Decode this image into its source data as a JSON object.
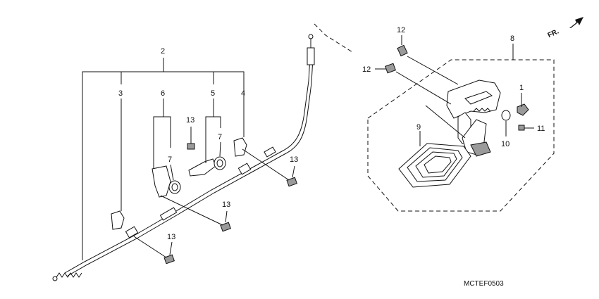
{
  "diagram": {
    "labels": {
      "p1": "1",
      "p2": "2",
      "p3": "3",
      "p4": "4",
      "p5": "5",
      "p6": "6",
      "p7a": "7",
      "p7b": "7",
      "p8": "8",
      "p9": "9",
      "p10": "10",
      "p11": "11",
      "p12a": "12",
      "p12b": "12",
      "p13a": "13",
      "p13b": "13",
      "p13c": "13",
      "p13d": "13"
    },
    "direction_label": "FR.",
    "figure_code": "MCTEF0503"
  }
}
